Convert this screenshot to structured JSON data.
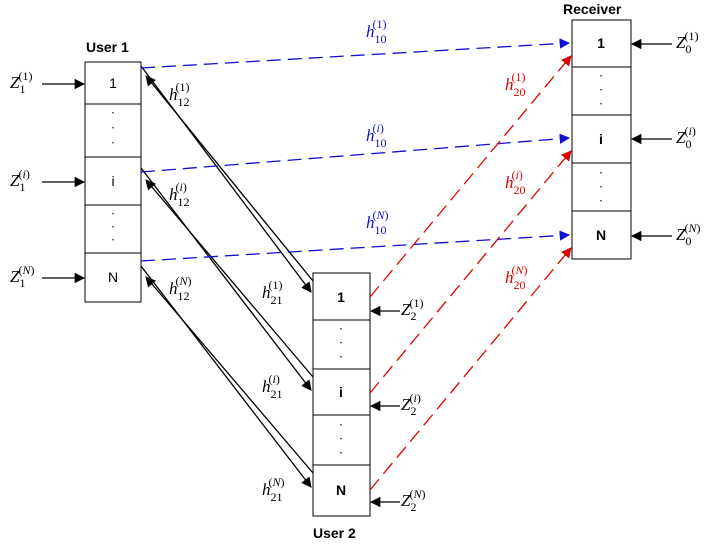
{
  "colors": {
    "blue": "#1010d0",
    "red": "#e00000",
    "black": "#000000"
  },
  "titles": {
    "user1": "User 1",
    "user2": "User 2",
    "receiver": "Receiver"
  },
  "user1_cells": [
    "1",
    "i",
    "N"
  ],
  "user2_cells": [
    "1",
    "i",
    "N"
  ],
  "receiver_cells": [
    "1",
    "i",
    "N"
  ],
  "gap_dots": "·",
  "labels": {
    "h_sym": "h",
    "z_sym": "Z",
    "sub_10": "10",
    "sub_20": "20",
    "sub_12": "12",
    "sub_21": "21",
    "sub_1": "1",
    "sub_2": "2",
    "sub_0": "0",
    "sup_1": "(1)",
    "sup_i": "(i)",
    "sup_N": "(N)"
  }
}
